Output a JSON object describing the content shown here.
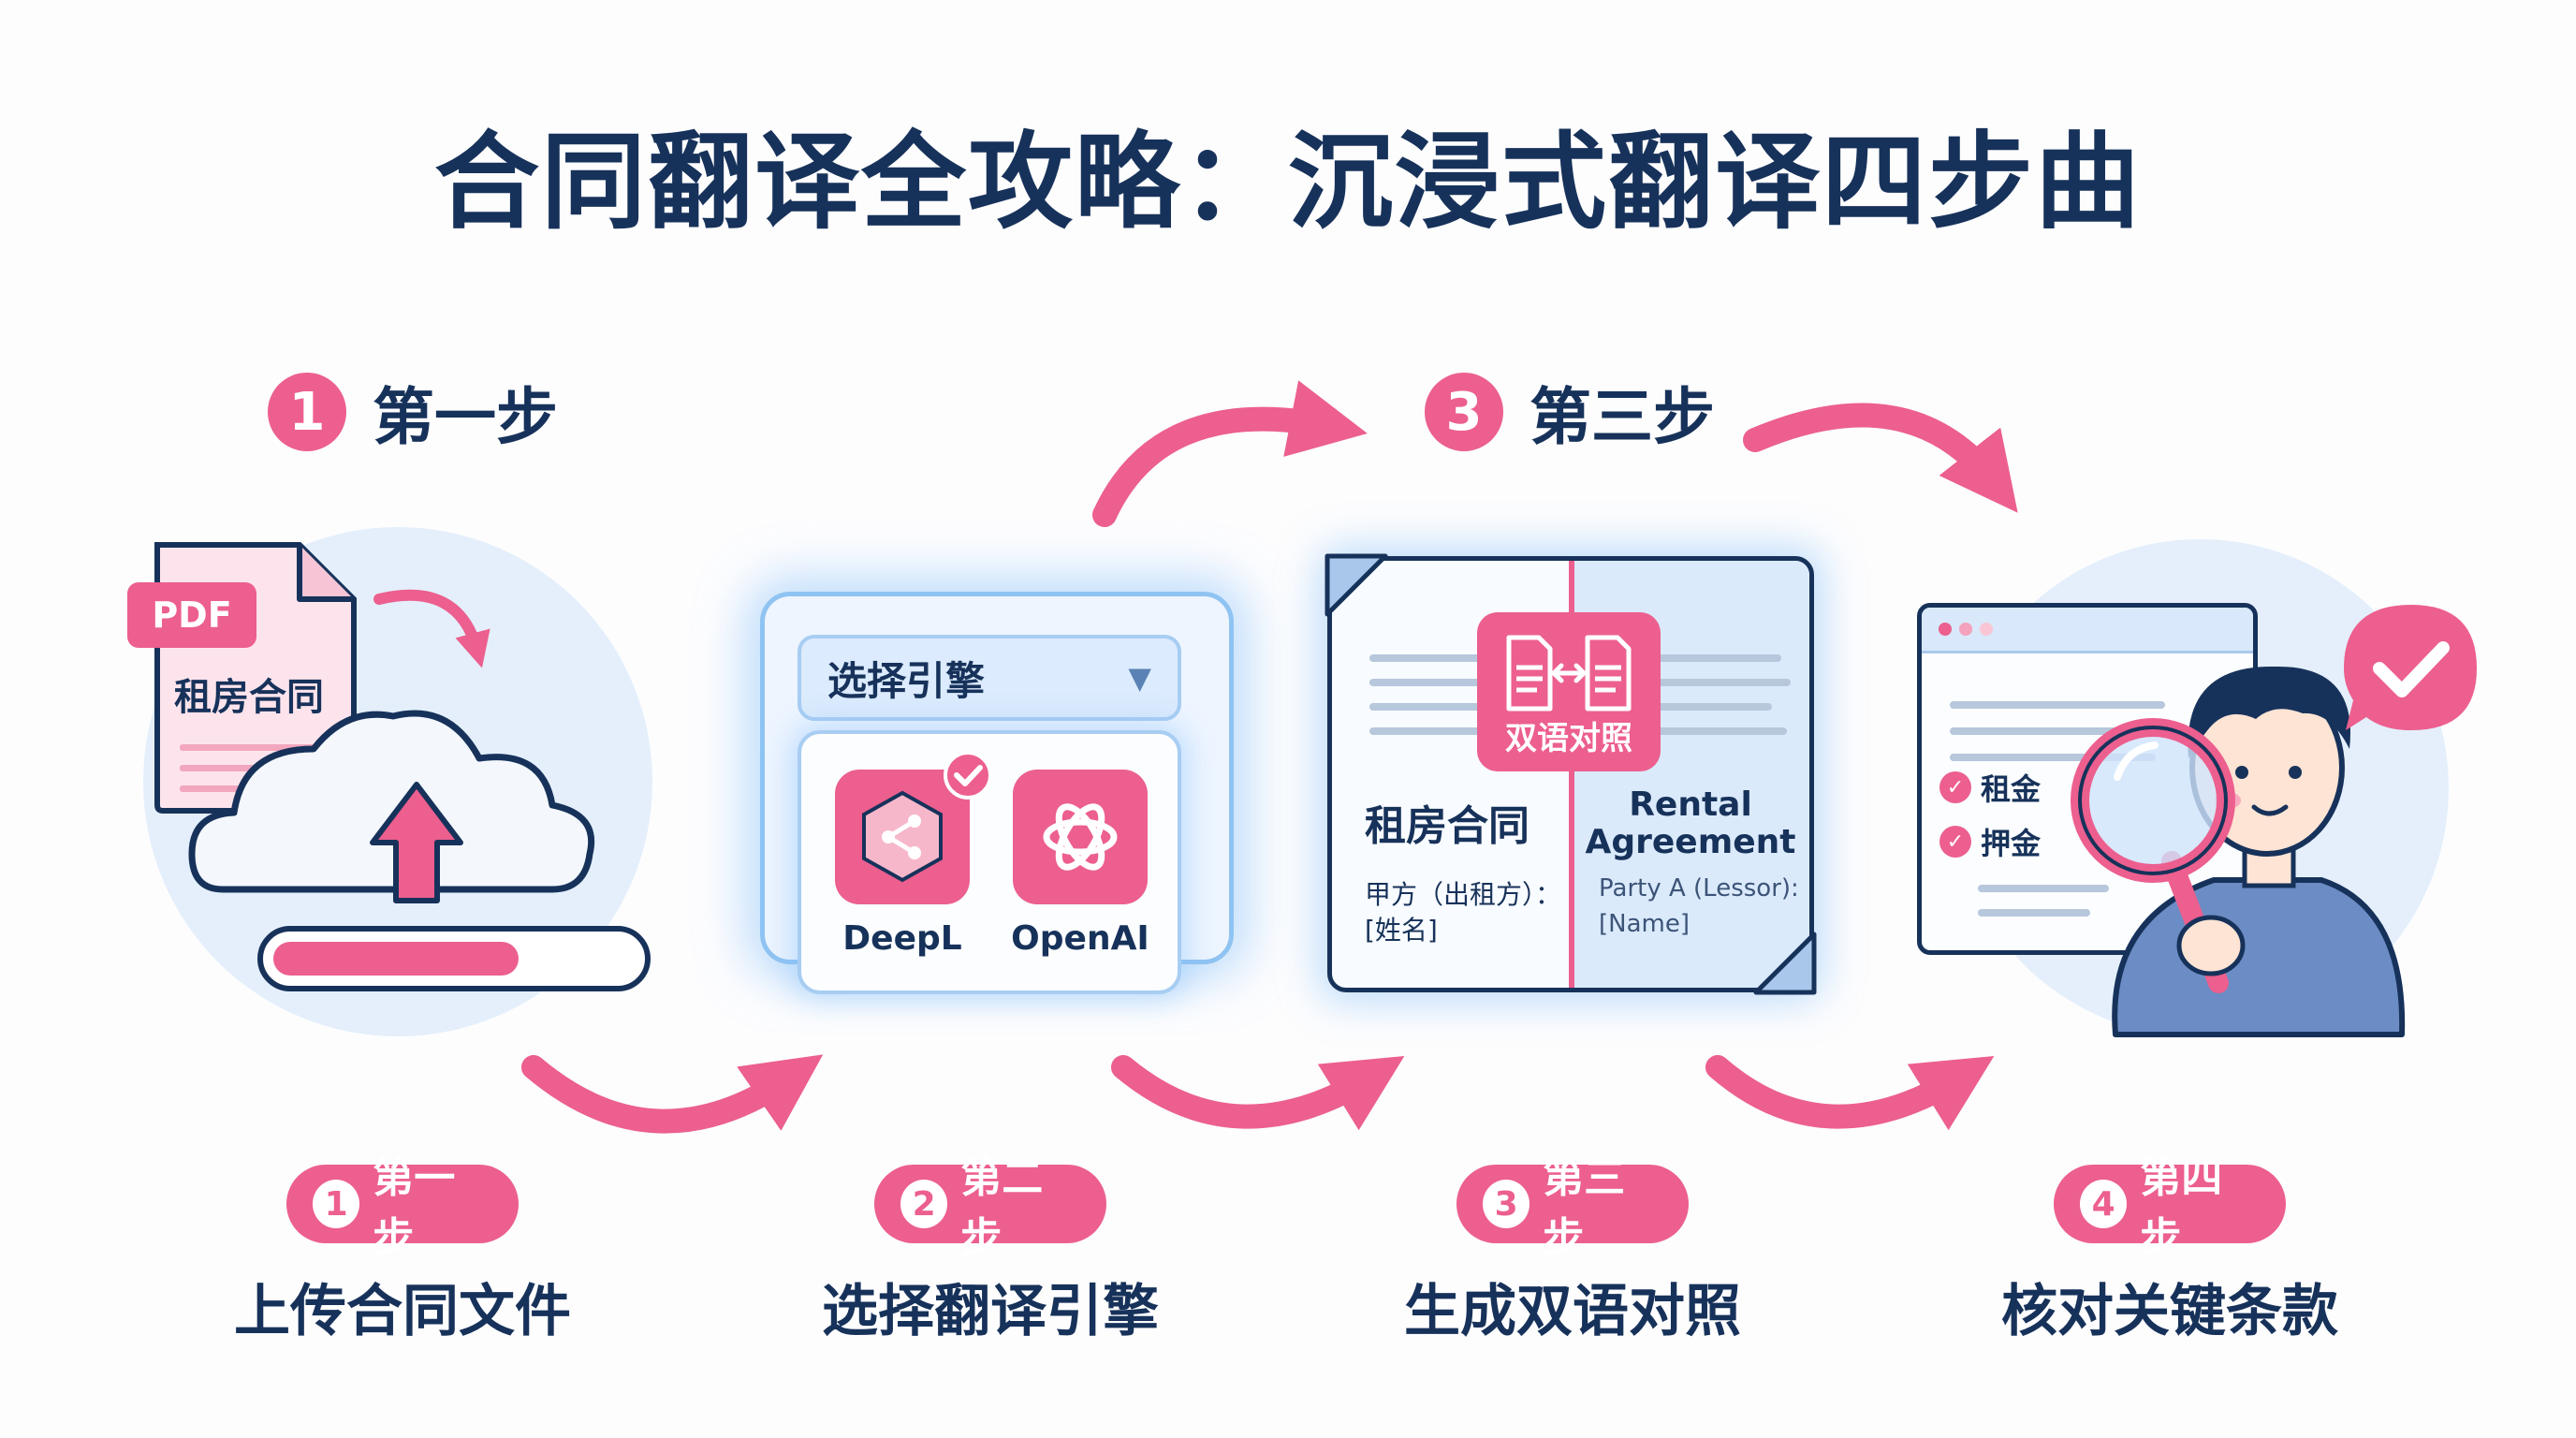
{
  "title": "合同翻译全攻略：沉浸式翻译四步曲",
  "top_steps": [
    {
      "num": "1",
      "label": "第一步"
    },
    {
      "num": "3",
      "label": "第三步"
    }
  ],
  "steps": [
    {
      "num": "1",
      "label": "第一步",
      "caption": "上传合同文件"
    },
    {
      "num": "2",
      "label": "第二步",
      "caption": "选择翻译引擎"
    },
    {
      "num": "3",
      "label": "第三步",
      "caption": "生成双语对照"
    },
    {
      "num": "4",
      "label": "第四步",
      "caption": "核对关键条款"
    }
  ],
  "step1": {
    "badge": "PDF",
    "doc_title": "租房合同",
    "progress": 0.68
  },
  "step2": {
    "select_label": "选择引擎",
    "engines": [
      "DeepL",
      "OpenAI"
    ],
    "selected": "DeepL"
  },
  "step3": {
    "badge": "双语对照",
    "left_title": "租房合同",
    "left_line1": "甲方（出租方）：",
    "left_line2": "[姓名]",
    "right_title1": "Rental",
    "right_title2": "Agreement",
    "right_line1": "Party A (Lessor):",
    "right_line2": "[Name]"
  },
  "step4": {
    "terms": [
      "租金",
      "押金"
    ]
  },
  "colors": {
    "accent": "#ec5f8e",
    "navy": "#17325a",
    "light_blue": "#dbeafb",
    "glow": "#8fc3f2"
  }
}
